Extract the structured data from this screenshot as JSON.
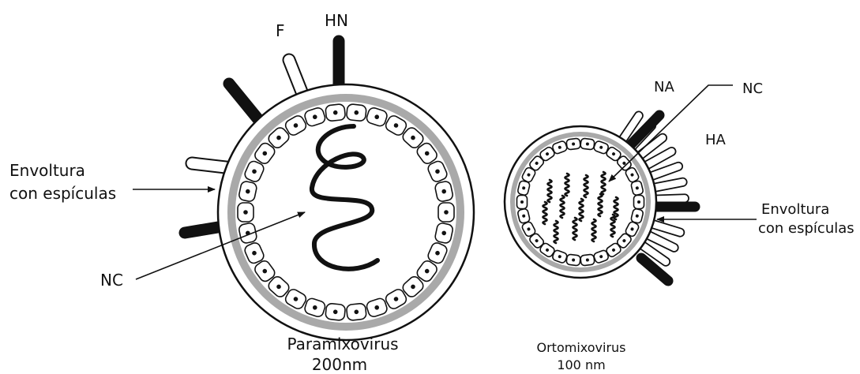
{
  "paramyxovirus": {
    "label_f": "F",
    "label_hn": "HN",
    "label_envelope_line1": "Envoltura",
    "label_envelope_line2": "con espículas",
    "label_nc": "NC",
    "caption_name": "Paramixovirus",
    "caption_size": "200nm"
  },
  "orthomyxovirus": {
    "label_na": "NA",
    "label_nc": "NC",
    "label_ha": "HA",
    "label_envelope_line1": "Envoltura",
    "label_envelope_line2": "con espículas",
    "caption_name": "Ortomixovirus",
    "caption_size": "100 nm"
  },
  "colors": {
    "stroke": "#111111",
    "matrix_gray": "#a9a9a9",
    "background": "#ffffff"
  }
}
